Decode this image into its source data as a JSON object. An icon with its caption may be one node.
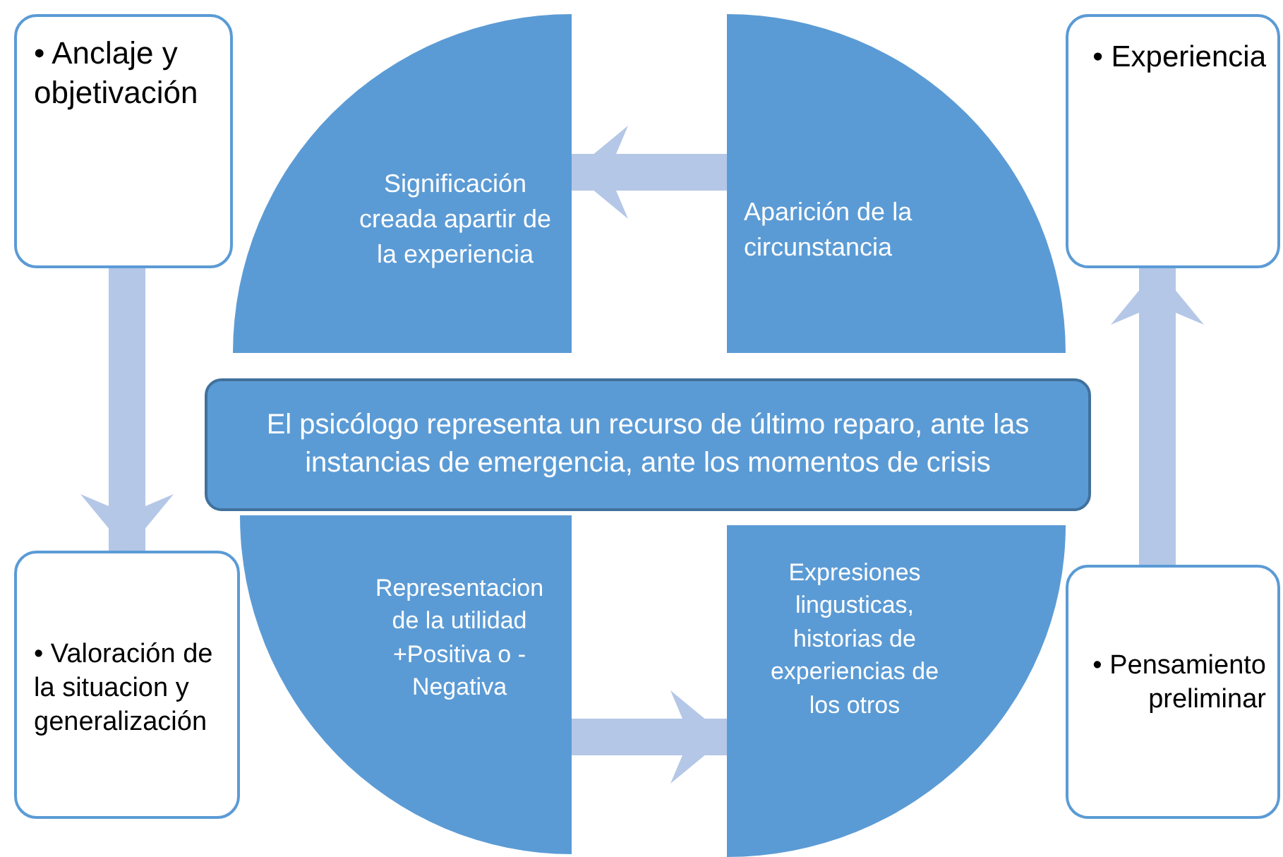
{
  "diagram": {
    "nodes": [
      {
        "text": [
          "• Anclaje y objetivación"
        ]
      },
      {
        "text": [
          "Significación creada apartir de la experiencia"
        ]
      },
      {
        "text": [
          "Aparición de la circunstancia"
        ]
      },
      {
        "text": [
          "• Experiencia"
        ]
      },
      {
        "text": [
          "El psicólogo representa un recurso de último reparo, ante las instancias de emergencia, ante los momentos de crisis"
        ]
      },
      {
        "text": [
          "• Valoración de la situacion y generalización"
        ]
      },
      {
        "text": [
          "Representacion de la utilidad +Positiva o -Negativa"
        ]
      },
      {
        "text": [
          "Expresiones lingusticas, historias de experiencias de los otros"
        ]
      },
      {
        "text": [
          "• Pensamiento preliminar"
        ]
      }
    ],
    "edges": [
      {
        "from": 2,
        "to": 1,
        "arrow": "to"
      },
      {
        "from": 0,
        "to": 5,
        "arrow": "to"
      },
      {
        "from": 6,
        "to": 7,
        "arrow": "to"
      },
      {
        "from": 8,
        "to": 3,
        "arrow": "to"
      }
    ]
  }
}
